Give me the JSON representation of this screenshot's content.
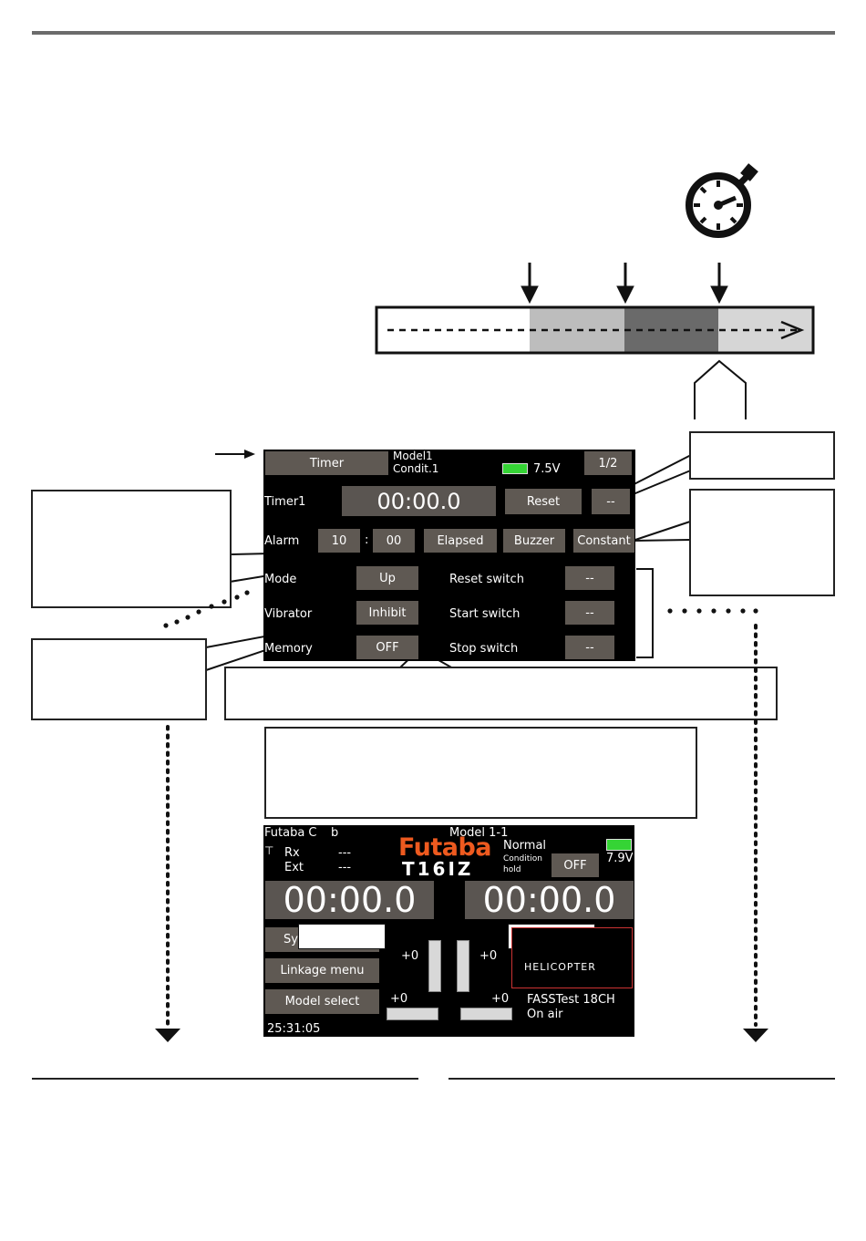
{
  "timer_screen": {
    "title_button": "Timer",
    "model_name": "Model1",
    "condition": "Condit.1",
    "battery_voltage": "7.5V",
    "page": "1/2",
    "timer_label": "Timer1",
    "timer_value": "00:00.0",
    "reset_button": "Reset",
    "extra_button": "--",
    "alarm_label": "Alarm",
    "alarm_min": "10",
    "alarm_sep": ":",
    "alarm_sec": "00",
    "elapsed_button": "Elapsed",
    "buzzer_button": "Buzzer",
    "constant_button": "Constant",
    "mode_label": "Mode",
    "mode_value": "Up",
    "vibrator_label": "Vibrator",
    "vibrator_value": "Inhibit",
    "memory_label": "Memory",
    "memory_value": "OFF",
    "reset_switch_label": "Reset switch",
    "reset_switch_value": "--",
    "start_switch_label": "Start switch",
    "start_switch_value": "--",
    "stop_switch_label": "Stop switch",
    "stop_switch_value": "--"
  },
  "home_screen": {
    "owner": "Futaba C",
    "owner_tail": "b",
    "model": "Model 1-1",
    "rx_label": "Rx",
    "rx_value": "---",
    "ext_label": "Ext",
    "ext_value": "---",
    "brand": "Futaba",
    "product": "T16IZ",
    "condition_name": "Normal",
    "condition_hold_line1": "Condition",
    "condition_hold_line2": "hold",
    "hold_state": "OFF",
    "battery_voltage": "7.9V",
    "timer1": "00:00.0",
    "timer2": "00:00.0",
    "system_button_partial": "Sy",
    "linkage_button": "Linkage menu",
    "model_select_button": "Model select",
    "trim_left_vertical": "+0",
    "trim_right_vertical": "+0",
    "trim_left_horizontal": "+0",
    "trim_right_horizontal": "+0",
    "model_type": "HELICOPTER",
    "system_mode": "FASSTest 18CH",
    "rf_status": "On air",
    "elapsed_time": "25:31:05"
  },
  "colors": {
    "screen_bg": "#000000",
    "button_bg": "#5f5953",
    "futaba_orange": "#ee5a1f",
    "battery_green": "#35d435",
    "bar_light": "#bdbdbd",
    "bar_dark": "#6a6a6a",
    "bar_pale": "#d6d6d6"
  },
  "icons": {
    "stopwatch": "stopwatch-icon",
    "battery": "battery-icon",
    "antenna": "antenna-icon"
  }
}
